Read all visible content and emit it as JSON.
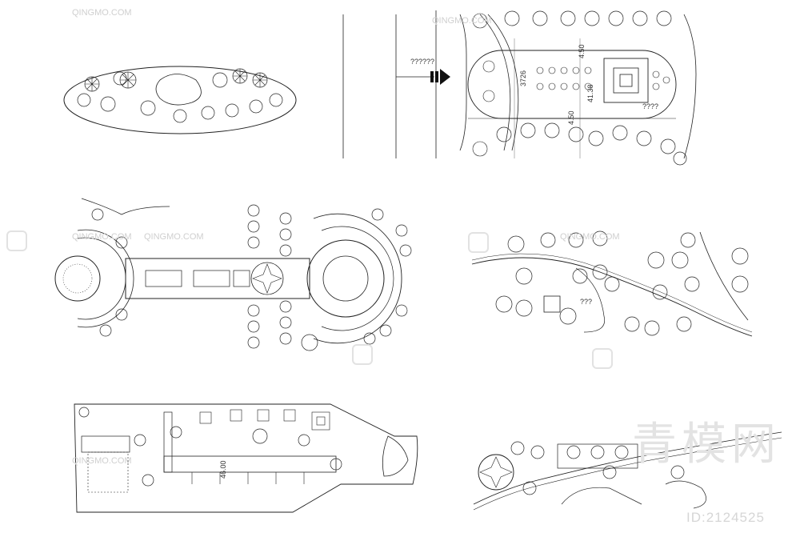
{
  "watermark": {
    "site_mark": "QINGMO.COM",
    "brand_name": "青模网",
    "id_label": "ID:2124525"
  },
  "panel_street_plaza": {
    "annotations": [
      "??????",
      "????",
      "4.50",
      "3726",
      "4.50",
      "41.38"
    ]
  },
  "panel_riverside_park": {
    "annotations": [
      "???"
    ]
  },
  "panel_long_plaza": {
    "annotations": [
      "46.00"
    ]
  },
  "icons": {
    "north_arrow": "double-chevron-arrow",
    "tree_symbol": "tree-plan-icon",
    "watermark_logo": "qingmo-logo-icon"
  }
}
